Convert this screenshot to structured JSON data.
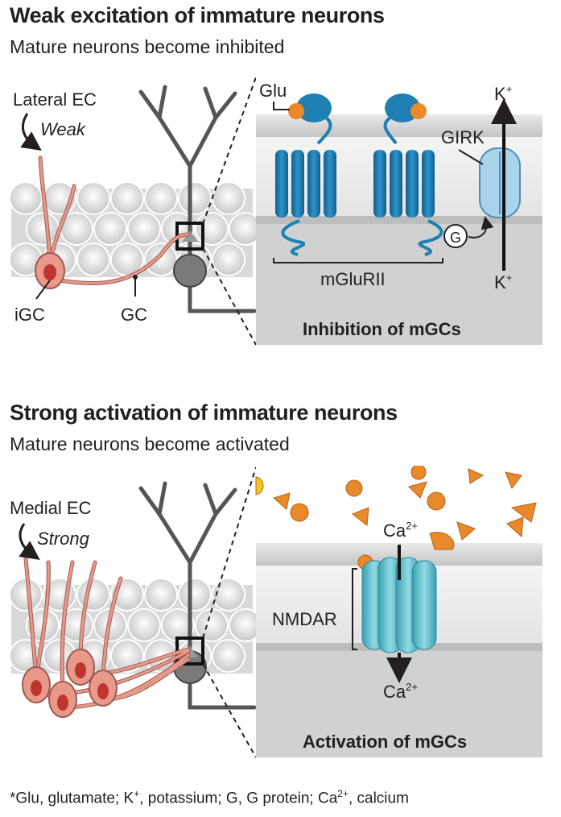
{
  "top": {
    "title": "Weak excitation of immature neurons",
    "subtitle": "Mature neurons become inhibited",
    "source_label": "Lateral EC",
    "strength_label": "Weak",
    "igc_label": "iGC",
    "gc_label": "GC",
    "glu_label": "Glu",
    "girk_label": "GIRK",
    "k_label": "K",
    "k_sup": "+",
    "g_label": "G",
    "receptor_label": "mGluRII",
    "caption": "Inhibition of mGCs"
  },
  "bottom": {
    "title": "Strong activation of immature neurons",
    "subtitle": "Mature neurons become activated",
    "source_label": "Medial EC",
    "strength_label": "Strong",
    "ca_label": "Ca",
    "ca_sup": "2+",
    "receptor_label": "NMDAR",
    "caption": "Activation of mGCs"
  },
  "footnote": {
    "star": "*",
    "glu": "Glu, glutamate; K",
    "k_sup": "+",
    "mid": ", potassium; G, G protein; Ca",
    "ca_sup": "2+",
    "end": ", calcium"
  },
  "colors": {
    "neuron_pink": "#e8998a",
    "neuron_red": "#c0342f",
    "receptor_blue": "#1f7fb3",
    "girk_blue": "#a9d4ec",
    "nmdar_teal": "#5bbfcf",
    "glutamate_orange": "#e9892a",
    "membrane_gray": "#c9c9ca"
  }
}
